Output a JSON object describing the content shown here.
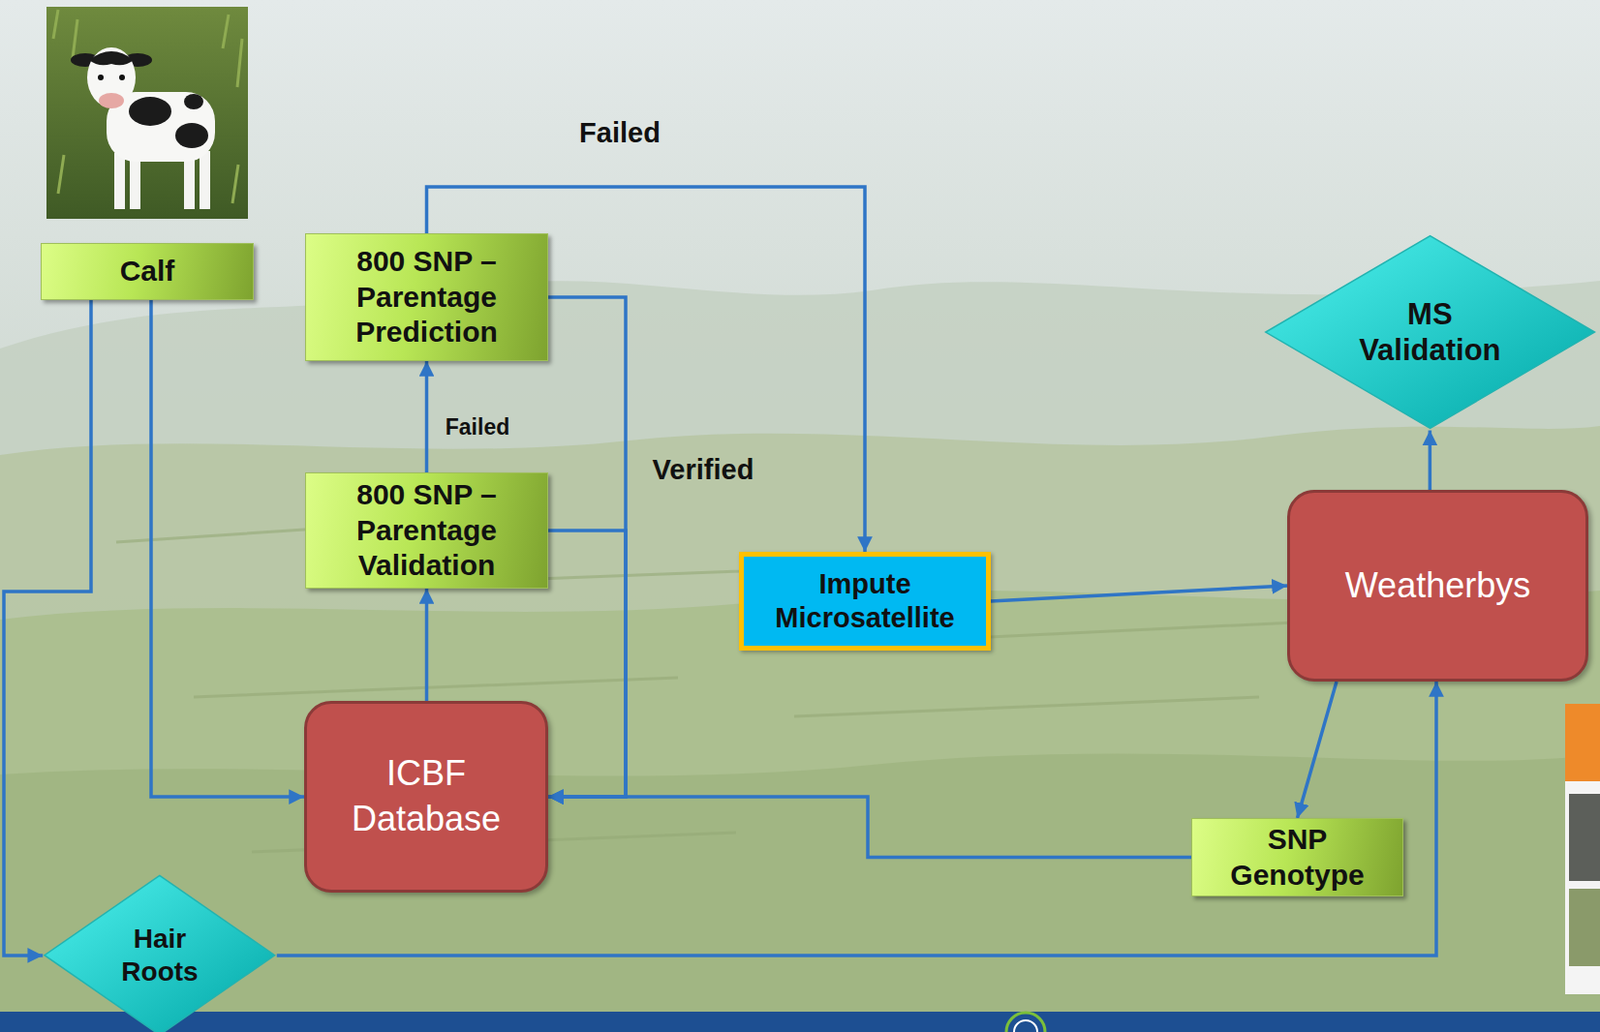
{
  "diagram": {
    "nodes": [
      {
        "text": [
          "Calf"
        ]
      },
      {
        "text": [
          "800 SNP – Parentage Prediction"
        ]
      },
      {
        "text": [
          "MS Validation"
        ]
      },
      {
        "text": [
          "800 SNP – Parentage Validation"
        ]
      },
      {
        "text": [
          "Impute Microsatellite"
        ]
      },
      {
        "text": [
          "Weatherbys"
        ]
      },
      {
        "text": [
          "ICBF Database"
        ]
      },
      {
        "text": [
          "SNP Genotype"
        ]
      },
      {
        "text": [
          "Hair Roots"
        ]
      }
    ],
    "edges": [
      {
        "from": 0,
        "to": 6,
        "arrow": "to"
      },
      {
        "from": 0,
        "to": 8,
        "arrow": "to"
      },
      {
        "from": 6,
        "to": 3,
        "arrow": "to"
      },
      {
        "from": 3,
        "to": 1,
        "label": "Failed",
        "arrow": "to"
      },
      {
        "from": 1,
        "to": 4,
        "label": "Failed",
        "arrow": "to"
      },
      {
        "from": 1,
        "to": 6,
        "label": "Verified",
        "arrow": "to"
      },
      {
        "from": 3,
        "to": 6,
        "arrow": "to"
      },
      {
        "from": 4,
        "to": 5,
        "arrow": "to"
      },
      {
        "from": 8,
        "to": 5,
        "arrow": "to"
      },
      {
        "from": 5,
        "to": 2,
        "arrow": "to"
      },
      {
        "from": 5,
        "to": 7,
        "arrow": "to"
      },
      {
        "from": 7,
        "to": 6,
        "arrow": "to"
      }
    ]
  }
}
